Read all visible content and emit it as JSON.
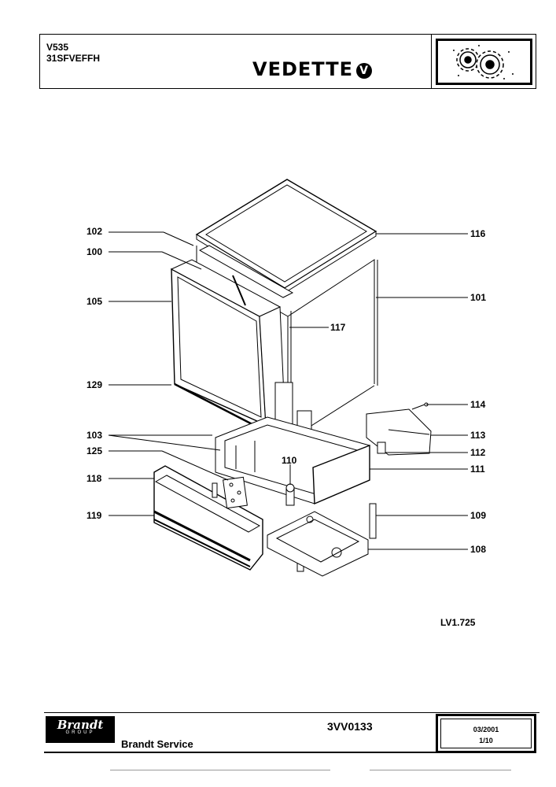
{
  "header": {
    "model_line1": "V535",
    "model_line2": "31SFVEFFH",
    "brand": "VEDETTE",
    "brand_mark": "V"
  },
  "diagram": {
    "reference": "LV1.725",
    "labels": {
      "l102": "102",
      "l100": "100",
      "l105": "105",
      "l129": "129",
      "l103": "103",
      "l125": "125",
      "l118": "118",
      "l119": "119",
      "l110": "110",
      "l117": "117",
      "l116": "116",
      "l101": "101",
      "l114": "114",
      "l113": "113",
      "l112": "112",
      "l111": "111",
      "l109": "109",
      "l108": "108"
    }
  },
  "footer": {
    "logo_main": "Brandt",
    "logo_sub": "GROUP",
    "service": "Brandt Service",
    "doc_number": "3VV0133",
    "date": "03/2001",
    "page": "1/10"
  }
}
